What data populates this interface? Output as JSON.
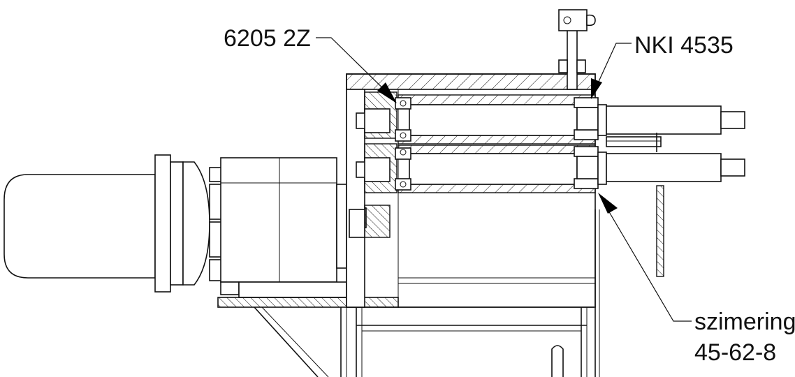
{
  "callouts": {
    "bearing_6205": "6205 2Z",
    "bearing_nki": "NKI 4535",
    "seal_line1": "szimering",
    "seal_line2": "45-62-8"
  }
}
